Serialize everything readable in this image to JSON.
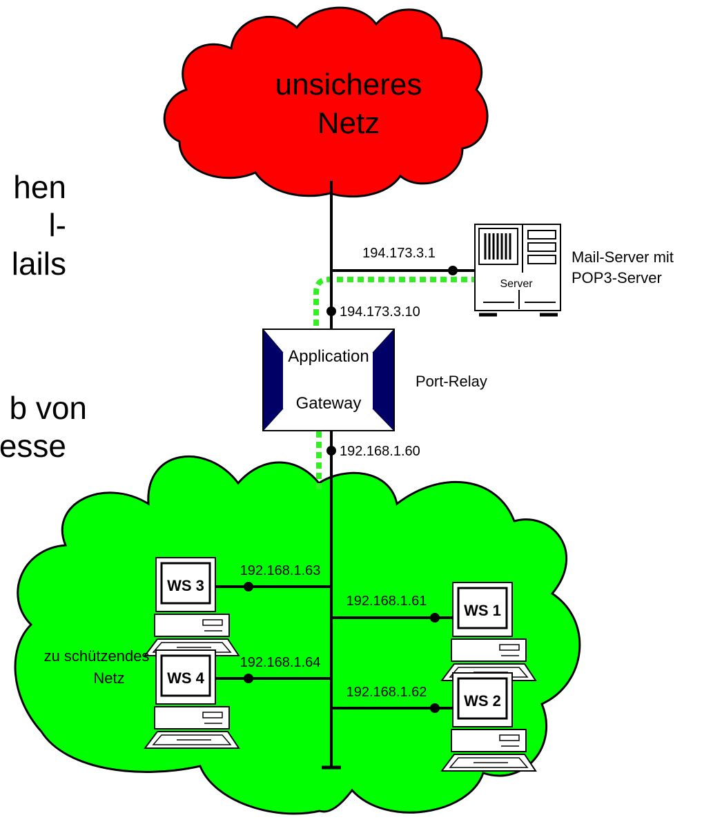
{
  "left_text": [
    "hen",
    "l-",
    "lails",
    "b von",
    "esse"
  ],
  "clouds": {
    "insecure": {
      "line1": "unsicheres",
      "line2": "Netz",
      "color": "#ff0000"
    },
    "protected": {
      "line1": "zu schützendes",
      "line2": "Netz",
      "color": "#00ff00"
    }
  },
  "server": {
    "label": "Server",
    "ip": "194.173.3.1",
    "caption1": "Mail-Server mit",
    "caption2": "POP3-Server"
  },
  "gateway": {
    "line1": "Application",
    "line2": "Gateway",
    "ip_outer": "194.173.3.10",
    "ip_inner": "192.168.1.60",
    "caption": "Port-Relay",
    "color": "#000066"
  },
  "workstations": [
    {
      "label": "WS 3",
      "ip": "192.168.1.63"
    },
    {
      "label": "WS 1",
      "ip": "192.168.1.61"
    },
    {
      "label": "WS 4",
      "ip": "192.168.1.64"
    },
    {
      "label": "WS 2",
      "ip": "192.168.1.62"
    }
  ],
  "path_color": "#33ee22"
}
